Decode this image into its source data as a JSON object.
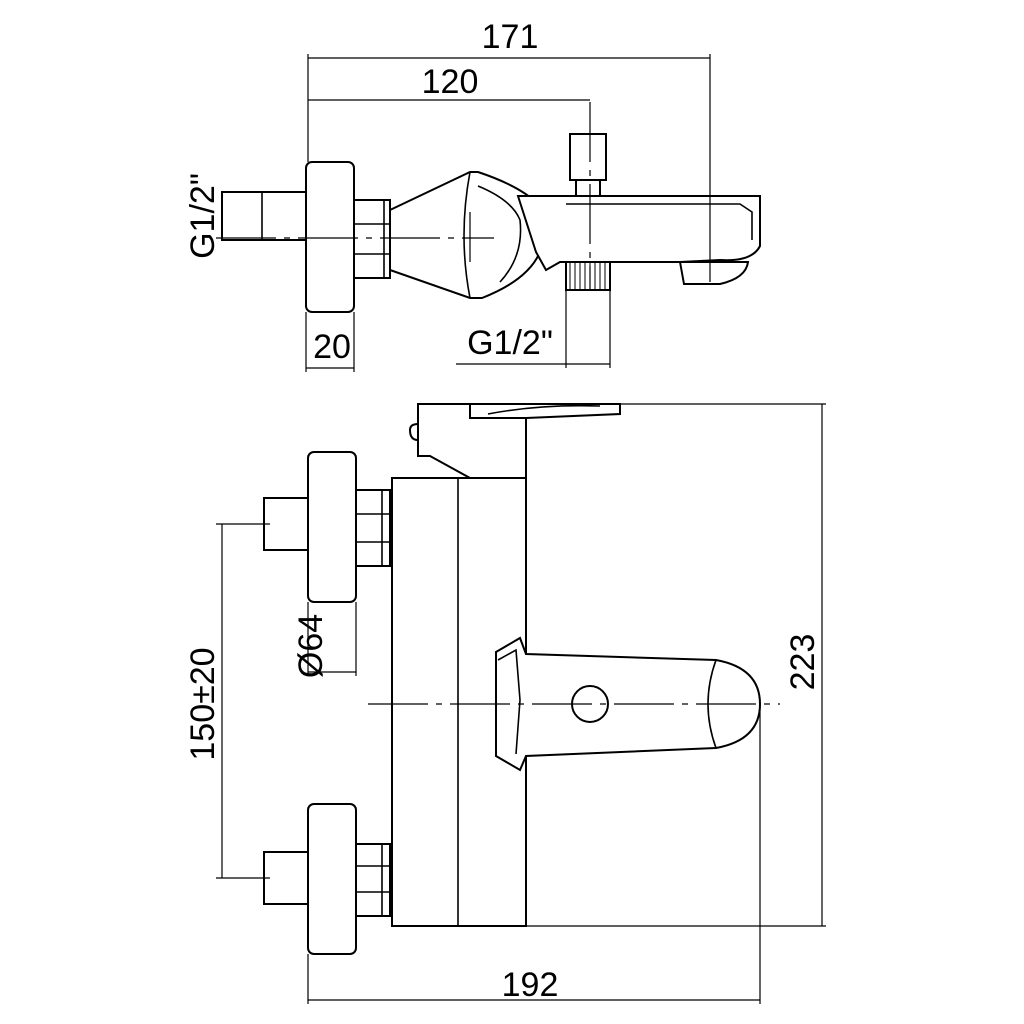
{
  "dimensions": {
    "top_width_overall": "171",
    "top_width_spout_axis": "120",
    "inlet_thread_label": "G1/2\"",
    "outlet_thread_label": "G1/2\"",
    "flange_thickness": "20",
    "flange_diameter": "Ø64",
    "inlet_spacing": "150±20",
    "front_height": "223",
    "front_width": "192"
  },
  "colors": {
    "line": "#000000",
    "background": "#ffffff"
  }
}
